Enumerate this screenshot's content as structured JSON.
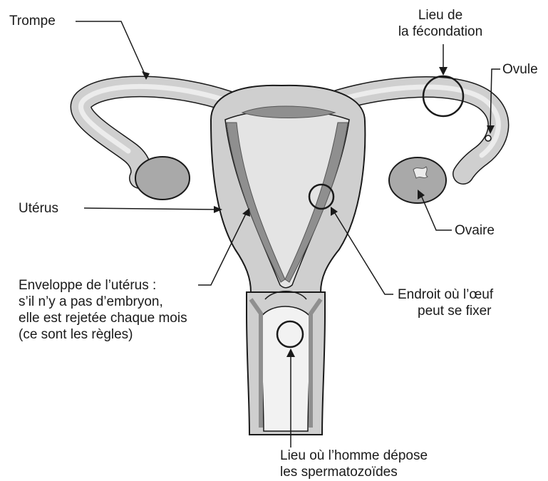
{
  "labels": {
    "trompe": "Trompe",
    "fecondation": [
      "Lieu de",
      "la fécondation"
    ],
    "ovule": "Ovule",
    "uterus": "Utérus",
    "ovaire": "Ovaire",
    "enveloppe": [
      "Enveloppe de l’utérus :",
      "s’il n’y a pas d’embryon,",
      "elle est rejetée chaque mois",
      "(ce sont les règles)"
    ],
    "endroit": [
      "Endroit où l’œuf",
      "peut se fixer"
    ],
    "depot": [
      "Lieu où l’homme dépose",
      "les spermatozoïdes"
    ]
  },
  "colors": {
    "ink": "#1a1a1a",
    "tissue": "#cfcfcf",
    "cavity": "#e4e4e4",
    "lining": "#8f8f8f",
    "ovary": "#a9a9a9"
  }
}
